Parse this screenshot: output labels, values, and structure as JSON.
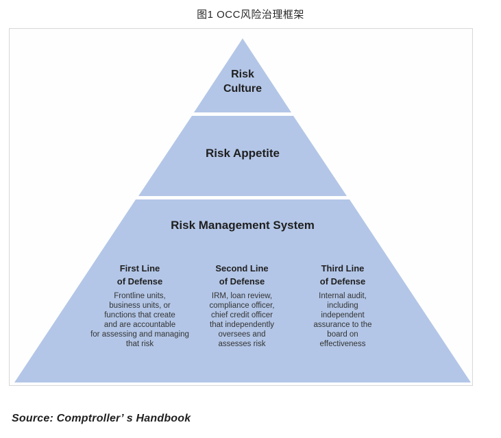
{
  "page": {
    "title": "图1 OCC风险治理框架",
    "source_caption": "Source: Comptroller’ s Handbook"
  },
  "pyramid": {
    "fill_color": "#b3c6e7",
    "divider_color": "#ffffff",
    "levels": [
      {
        "label": "Risk Culture"
      },
      {
        "label": "Risk Appetite"
      },
      {
        "label": "Risk Management System"
      }
    ],
    "defense_columns": [
      {
        "heading": "First Line\nof Defense",
        "body": "Frontline units,\nbusiness units, or\nfunctions that create\nand are accountable\nfor assessing and managing\nthat risk"
      },
      {
        "heading": "Second Line\nof Defense",
        "body": "IRM, loan review,\ncompliance officer,\nchief credit officer\nthat independently\noversees and\nassesses risk"
      },
      {
        "heading": "Third Line\nof Defense",
        "body": "Internal audit,\nincluding\nindependent\nassurance to the\nboard on\neffectiveness"
      }
    ]
  }
}
